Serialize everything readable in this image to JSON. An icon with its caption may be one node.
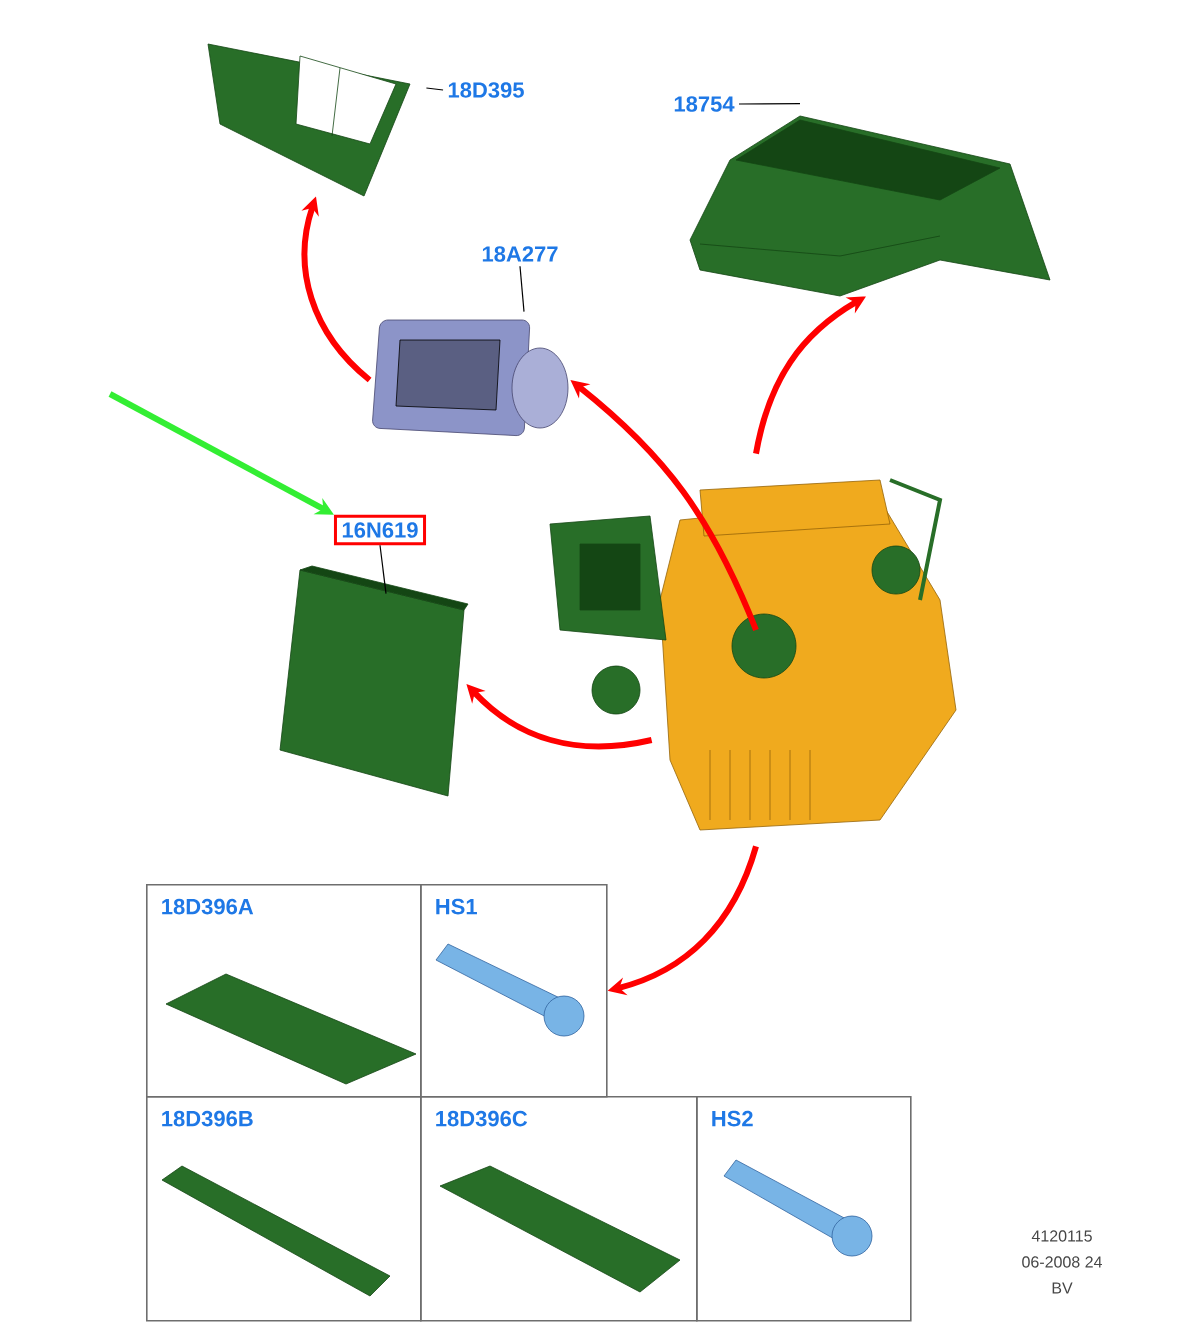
{
  "diagram": {
    "nodes": [
      {
        "text": [
          "18D395"
        ]
      },
      {
        "text": [],
        "shape": "picture"
      },
      {
        "text": [
          "18754"
        ]
      },
      {
        "text": [],
        "shape": "picture"
      },
      {
        "text": [
          "18A277"
        ]
      },
      {
        "text": [],
        "shape": "picture"
      },
      {
        "text": [
          "16N619"
        ]
      },
      {
        "text": [],
        "shape": "picture"
      },
      {
        "text": [],
        "shape": "picture"
      },
      {
        "text": [
          "18D396A"
        ]
      },
      {
        "text": [
          "HS1"
        ]
      },
      {
        "text": [
          "18D396B"
        ]
      },
      {
        "text": [
          "18D396C"
        ]
      },
      {
        "text": [
          "HS2"
        ]
      }
    ],
    "edges": [
      {
        "from": 0,
        "to": 1,
        "arrow": "none",
        "color": "#000000"
      },
      {
        "from": 2,
        "to": 3,
        "arrow": "none",
        "color": "#000000"
      },
      {
        "from": 4,
        "to": 5,
        "arrow": "none",
        "color": "#000000"
      },
      {
        "from": 6,
        "to": 7,
        "arrow": "none",
        "color": "#000000"
      },
      {
        "from": 5,
        "to": 1,
        "arrow": "to"
      },
      {
        "from": 8,
        "to": 3,
        "arrow": "to"
      },
      {
        "from": 8,
        "to": 5,
        "arrow": "to"
      },
      {
        "from": 8,
        "to": 7,
        "arrow": "to"
      },
      {
        "from": 8,
        "to": 10,
        "arrow": "to"
      },
      {
        "from": null,
        "to": 6,
        "arrow": "to",
        "color": "#33ee33"
      }
    ],
    "labels": [
      "4120115",
      "06-2008 24",
      "BV"
    ]
  }
}
